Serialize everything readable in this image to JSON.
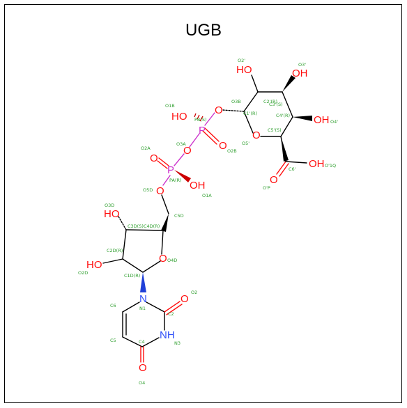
{
  "title": "UGB",
  "colors": {
    "oxygen": "#ff0d0d",
    "phosphorus": "#ff80ff",
    "phosphorus_dark": "#cc33cc",
    "nitrogen": "#3050f8",
    "bond": "#000000",
    "atom_label": "#2e9e2e"
  },
  "atom_symbols": {
    "ho_glucose_o2": "HO",
    "oh_glucose_o3": "OH",
    "oh_glucose_o4": "OH",
    "o_glucose_o1": "O",
    "o_ring_o5": "O",
    "o_carboxyl_o6": "O",
    "oh_carboxyl": "OH",
    "p_b": "P",
    "ho_o1b": "HO",
    "o_o3b": "O",
    "o_o2b": "O",
    "o_o3a": "O",
    "p_a": "P",
    "o_o2a": "O",
    "oh_o1a": "OH",
    "o_o5d": "O",
    "ho_o3d": "HO",
    "ho_o2d": "HO",
    "o_o4d": "O",
    "n_n1": "N",
    "o_o2": "O",
    "nh_n3": "NH",
    "o_o4": "O"
  },
  "atom_labels": {
    "o2p": "O2'",
    "o3p": "O3'",
    "c2p": "C2'(R)",
    "c3p": "C3'(S)",
    "c4p": "C4'(R)",
    "o4p": "O4'",
    "o3b": "O3B",
    "c1p": "C1'(R)",
    "o1b": "O1B",
    "pb": "PB(S)",
    "c5p": "C5'(S)",
    "o5p": "O5'",
    "o2b": "O2B",
    "o2a": "O2A",
    "o3a": "O3A",
    "c6p": "C6'",
    "o1q": "O'1Q",
    "pa": "PA(R)",
    "o6p": "O'P",
    "o5d": "O5D",
    "o1a": "O1A",
    "o3d": "O3D",
    "c5d": "C5D",
    "c3d": "C3D(S)",
    "c4d": "C4D(R)",
    "c2d": "C2D(R)",
    "o2d": "O2D",
    "o4d": "O4D",
    "c1d": "C1D(R)",
    "o2": "O2",
    "c6": "C6",
    "n1": "N1",
    "c2": "C2",
    "c5": "C5",
    "c4": "C4",
    "n3": "N3",
    "o4": "O4"
  }
}
